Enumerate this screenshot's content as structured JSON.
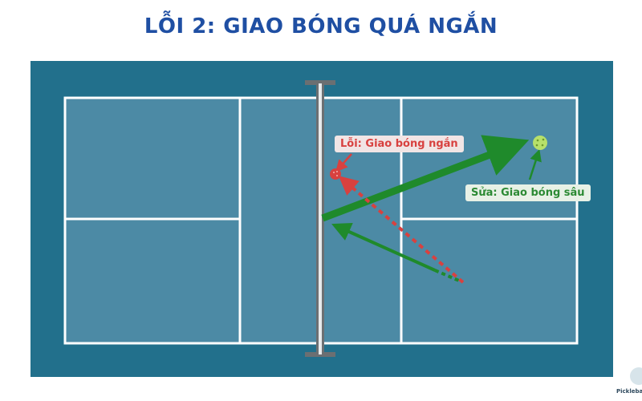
{
  "title": "LỖI 2: GIAO BÓNG QUÁ NGẮN",
  "labels": {
    "error": "Lỗi: Giao bóng ngắn",
    "fix": "Sửa: Giao bóng sâu"
  },
  "watermark": "Pickleball",
  "colors": {
    "title": "#1f4fa3",
    "court_surround": "#22708c",
    "court_surface": "#4c8aa5",
    "court_lines": "#ffffff",
    "net": "#6b6f72",
    "error": "#d8413f",
    "fix": "#1f8a2b",
    "good_ball": "#b7e06a"
  },
  "icons": [
    "net-icon",
    "error-ball-icon",
    "good-ball-icon",
    "arrow-icon"
  ]
}
